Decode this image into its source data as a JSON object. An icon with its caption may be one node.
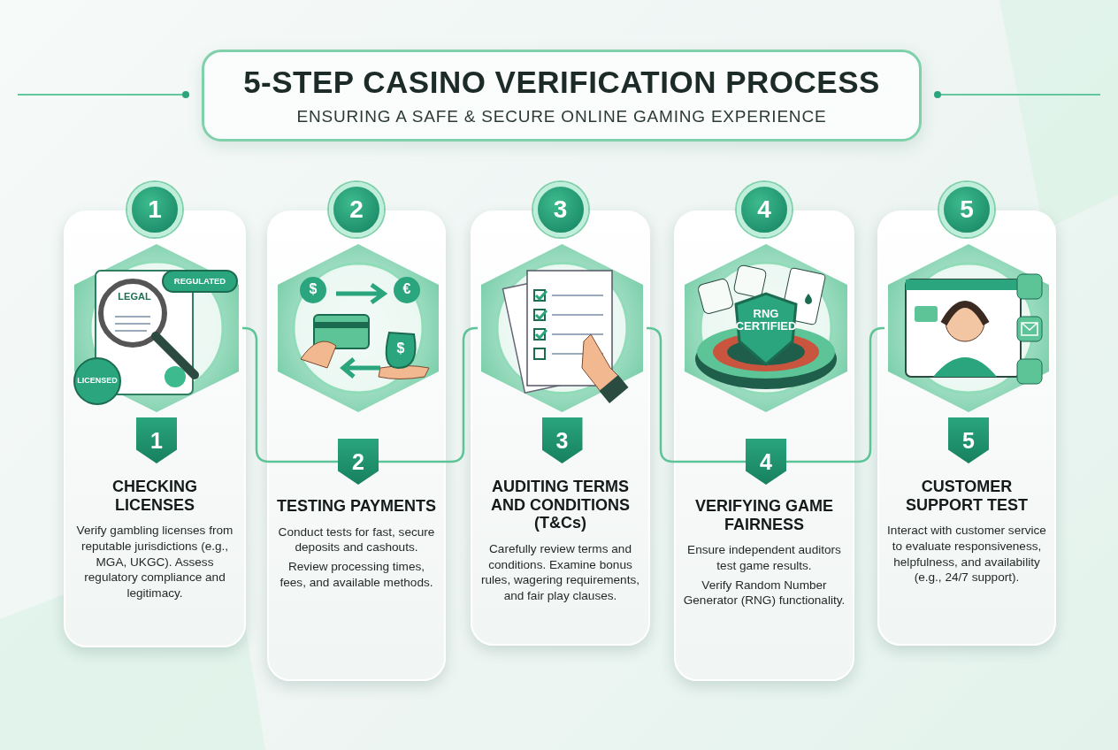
{
  "diagram": {
    "nodes": [
      {
        "text": [
          "5-STEP CASINO VERIFICATION PROCESS",
          "ENSURING A SAFE & SECURE ONLINE GAMING EXPERIENCE"
        ]
      },
      {
        "text": [
          "1"
        ]
      },
      {
        "text": [
          "CHECKING LICENSES",
          "Verify gambling licenses from reputable jurisdictions (e.g., MGA, UKGC). Assess regulatory compliance and legitimacy."
        ]
      },
      {
        "text": [],
        "shape": "picture",
        "in": 2
      },
      {
        "text": [
          "1"
        ],
        "in": 2
      },
      {
        "text": [
          "2"
        ]
      },
      {
        "text": [
          "TESTING PAYMENTS",
          "Conduct tests for fast, secure deposits and cashouts.",
          "Review processing times, fees, and available methods."
        ]
      },
      {
        "text": [],
        "shape": "picture",
        "in": 6
      },
      {
        "text": [
          "2"
        ],
        "in": 6
      },
      {
        "text": [
          "3"
        ]
      },
      {
        "text": [
          "AUDITING TERMS AND CONDITIONS (T&Cs)",
          "Carefully review terms and conditions. Examine bonus rules, wagering requirements, and fair play clauses."
        ]
      },
      {
        "text": [],
        "shape": "picture",
        "in": 10
      },
      {
        "text": [
          "3"
        ],
        "in": 10
      },
      {
        "text": [
          "4"
        ]
      },
      {
        "text": [
          "VERIFYING GAME FAIRNESS",
          "Ensure independent auditors test game results.",
          "Verify Random Number Generator (RNG) functionality."
        ]
      },
      {
        "text": [],
        "shape": "picture",
        "in": 14
      },
      {
        "text": [
          "4"
        ],
        "in": 14
      },
      {
        "text": [
          "5"
        ]
      },
      {
        "text": [
          "CUSTOMER SUPPORT TEST",
          "Interact with customer service to evaluate responsiveness, helpfulness, and availability (e.g., 24/7 support)."
        ]
      },
      {
        "text": [],
        "shape": "picture",
        "in": 18
      },
      {
        "text": [
          "5"
        ],
        "in": 18
      }
    ],
    "edges": [
      {
        "from": 3,
        "to": 8,
        "arrow": "none"
      },
      {
        "from": 8,
        "to": 11,
        "arrow": "none"
      },
      {
        "from": 11,
        "to": 16,
        "arrow": "none"
      },
      {
        "from": 16,
        "to": 19,
        "arrow": "none"
      }
    ],
    "labels": [
      "LEGAL",
      "REGULATED",
      "LICENSED",
      "$",
      "€",
      "$",
      "RNG CERTIFIED"
    ]
  }
}
